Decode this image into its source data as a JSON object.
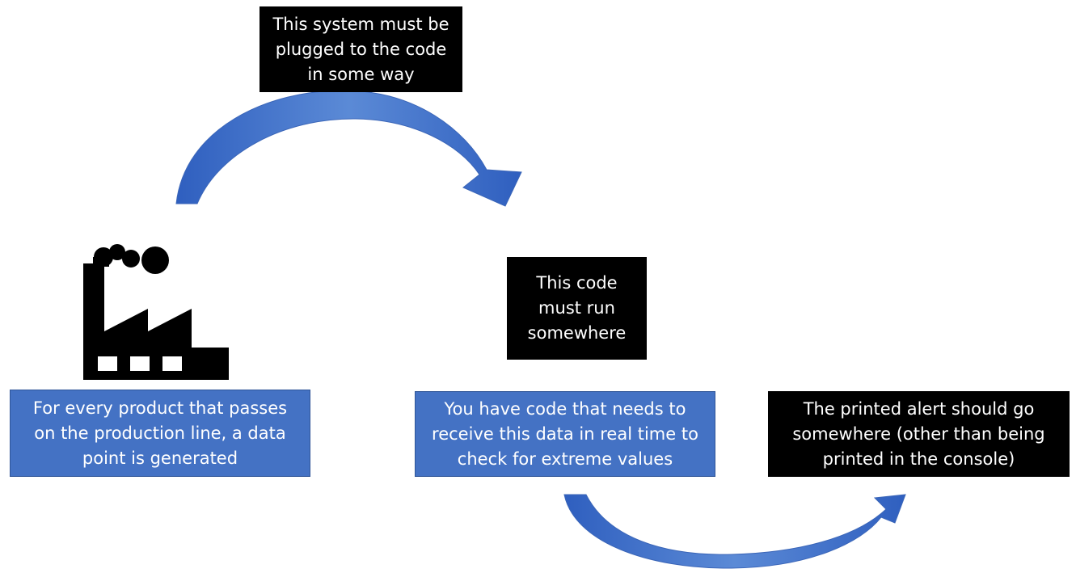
{
  "diagram": {
    "top_note": "This system must be\nplugged to the code\nin some way",
    "factory_caption": "For every product that passes\non the production line, a data\npoint is generated",
    "runtime_note": "This code\nmust run\nsomewhere",
    "code_caption": "You have code that needs to\nreceive this data in real time to\ncheck for extreme values",
    "alert_note": "The printed alert should go\nsomewhere (other than being\nprinted in the console)",
    "icons": [
      "factory-icon",
      "curved-arrow-icon"
    ],
    "colors": {
      "box_blue": "#4472c4",
      "arrow_blue": "#4472c4",
      "box_dark": "#000000",
      "text": "#ffffff"
    }
  }
}
